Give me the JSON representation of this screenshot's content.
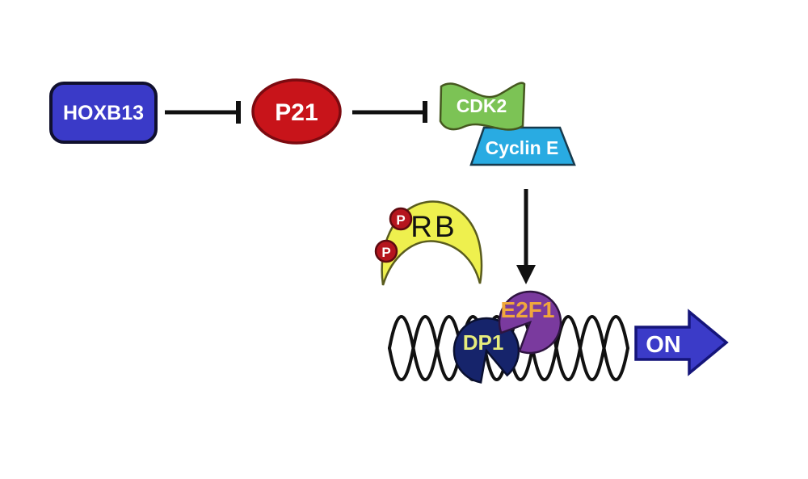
{
  "diagram": {
    "background_color": "#ffffff",
    "line_color": "#111111",
    "nodes": {
      "hoxb13": {
        "label": "HOXB13",
        "shape": "rounded-rectangle",
        "fill": "#3a3ac8",
        "border": "#10102e",
        "text_color": "#ffffff"
      },
      "p21": {
        "label": "P21",
        "shape": "ellipse",
        "fill": "#c8141a",
        "border": "#7c0a10",
        "text_color": "#ffffff"
      },
      "cdk2": {
        "label": "CDK2",
        "shape": "wave-flag",
        "fill": "#7cc355",
        "border": "#45571f",
        "text_color": "#ffffff"
      },
      "cyclin_e": {
        "label": "Cyclin E",
        "shape": "trapezoid",
        "fill": "#29abe2",
        "border": "#173a4d",
        "text_color": "#ffffff"
      },
      "rb": {
        "label": "RB",
        "shape": "crescent-arch",
        "fill": "#eef04e",
        "border": "#5a5c1e",
        "text_color": "#111111"
      },
      "phosphate_top": {
        "label": "P",
        "shape": "circle",
        "fill": "#b5151e",
        "border": "#5e0a10",
        "text_color": "#ffffff"
      },
      "phosphate_bottom": {
        "label": "P",
        "shape": "circle",
        "fill": "#b5151e",
        "border": "#5e0a10",
        "text_color": "#ffffff"
      },
      "dp1": {
        "label": "DP1",
        "shape": "pacman",
        "fill": "#16246b",
        "border": "#0a1030",
        "text_color": "#e6ec7c"
      },
      "e2f1": {
        "label": "E2F1",
        "shape": "pacman",
        "fill": "#7a3a9e",
        "border": "#2e1440",
        "text_color": "#f0a73c"
      },
      "on": {
        "label": "ON",
        "shape": "block-arrow-right",
        "fill": "#3b3bc8",
        "border": "#15157a",
        "text_color": "#ffffff"
      },
      "dna": {
        "shape": "double-helix",
        "stroke": "#111111"
      }
    },
    "edges": [
      {
        "from": "HOXB13",
        "to": "P21",
        "type": "inhibition-tbar"
      },
      {
        "from": "P21",
        "to": "CDK2/Cyclin E",
        "type": "inhibition-tbar"
      },
      {
        "from": "CDK2/Cyclin E",
        "to": "E2F1/DP1 on DNA",
        "type": "activation-arrow"
      },
      {
        "node": "RB",
        "modification": "phosphorylated (2 P groups)"
      },
      {
        "node": "E2F1/DP1",
        "result": "transcription ON"
      }
    ]
  }
}
